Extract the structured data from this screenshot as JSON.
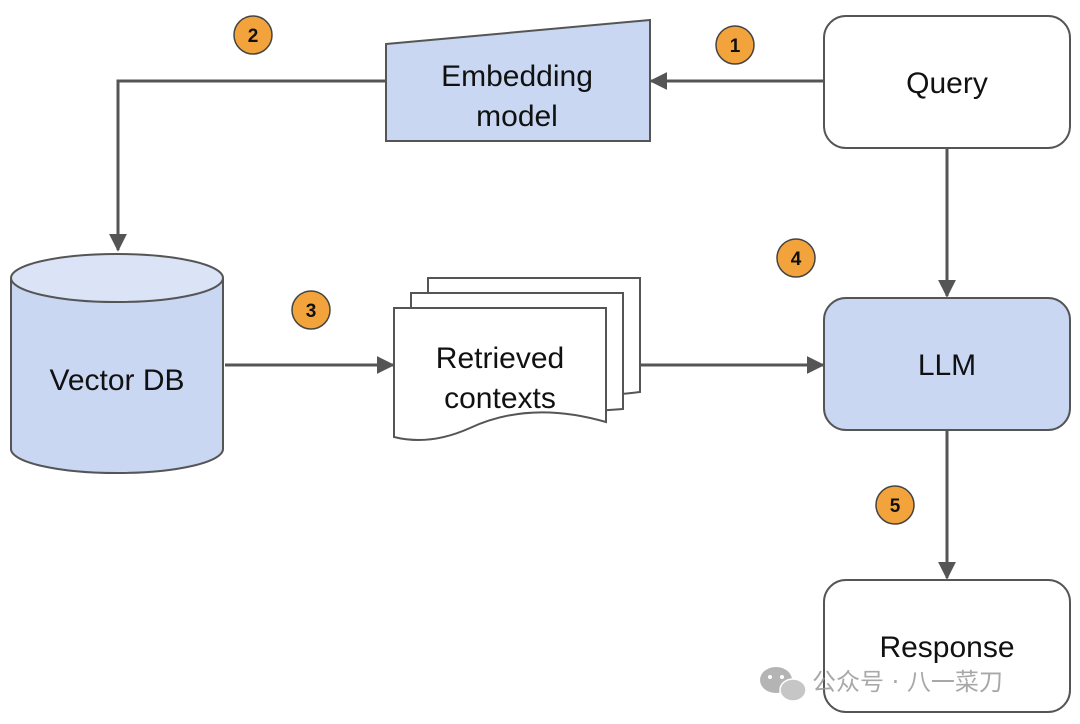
{
  "nodes": {
    "query": "Query",
    "embedding_line1": "Embedding",
    "embedding_line2": "model",
    "vector_db": "Vector DB",
    "retrieved_line1": "Retrieved",
    "retrieved_line2": "contexts",
    "llm": "LLM",
    "response": "Response"
  },
  "steps": [
    "1",
    "2",
    "3",
    "4",
    "5"
  ],
  "watermark": "公众号 · 八一菜刀",
  "colors": {
    "highlight_fill": "#c9d7f3",
    "plain_fill": "#ffffff",
    "stroke": "#555555",
    "arrow": "#555555",
    "badge_fill": "#f3a33b",
    "badge_stroke": "#444444"
  }
}
